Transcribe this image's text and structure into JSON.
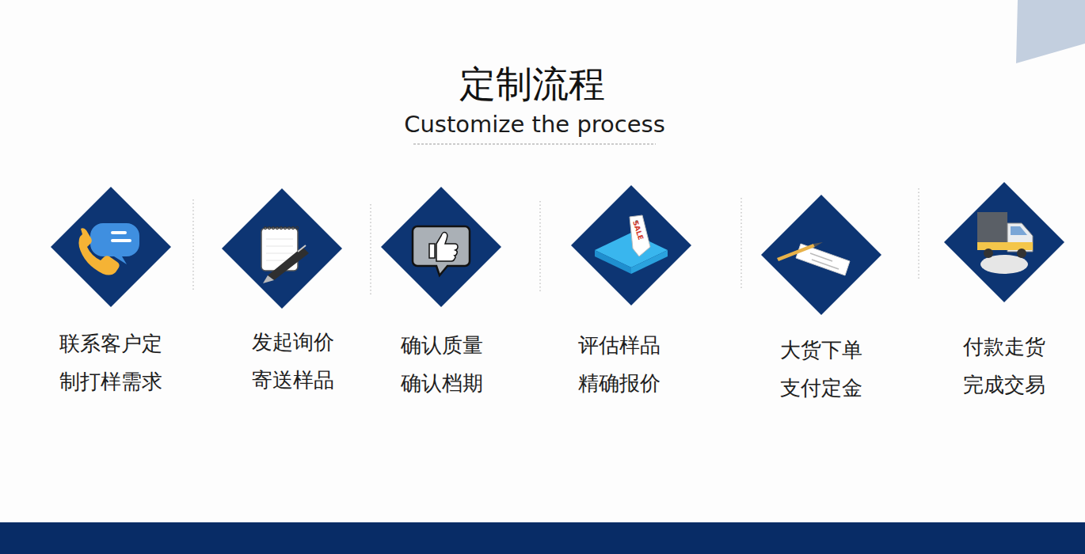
{
  "diagram": {
    "title": "定制流程",
    "nodes": [
      {
        "text": [
          "联系客户定 制打样需求"
        ]
      },
      {
        "text": [
          "发起询价 寄送样品"
        ]
      },
      {
        "text": [
          "确认质量 确认档期"
        ]
      },
      {
        "text": [
          "评估样品 精确报价"
        ]
      },
      {
        "text": [
          "大货下单 支付定金"
        ]
      },
      {
        "text": [
          "付款走货 完成交易"
        ]
      }
    ],
    "labels": [
      "Customize the process",
      "SALE"
    ]
  }
}
